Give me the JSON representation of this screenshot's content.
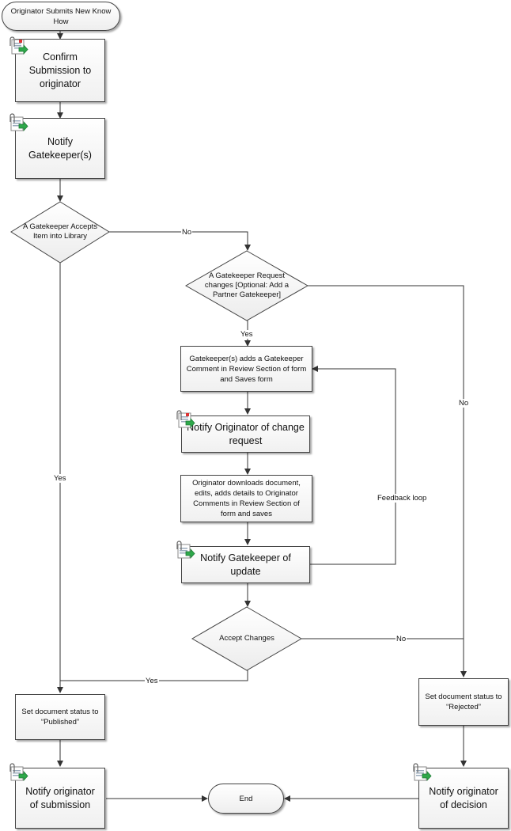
{
  "nodes": {
    "start": "Originator Submits New Know How",
    "confirm": "Confirm Submission to originator",
    "notify_gk": "Notify Gatekeeper(s)",
    "accepts": "A Gatekeeper Accepts Item into Library",
    "request_changes": "A Gatekeeper Request changes [Optional: Add a Partner Gatekeeper]",
    "gk_comment": "Gatekeeper(s) adds a Gatekeeper Comment in Review Section of form and Saves form",
    "notify_change": "Notify Originator of change request",
    "orig_downloads": "Originator downloads document, edits, adds details to Originator Comments in Review Section of form and saves",
    "notify_update": "Notify Gatekeeper of update",
    "accept_changes": "Accept Changes",
    "published": "Set document status to “Published”",
    "rejected": "Set document status to “Rejected”",
    "notify_submission": "Notify originator of submission",
    "notify_decision": "Notify originator of decision",
    "end": "End"
  },
  "labels": {
    "no_accepts": "No",
    "yes_request": "Yes",
    "no_request": "No",
    "yes_accepts": "Yes",
    "feedback": "Feedback loop",
    "no_accept_changes": "No",
    "yes_accept_changes": "Yes"
  },
  "icons": [
    "email-attachment-icon",
    "email-send-icon"
  ]
}
